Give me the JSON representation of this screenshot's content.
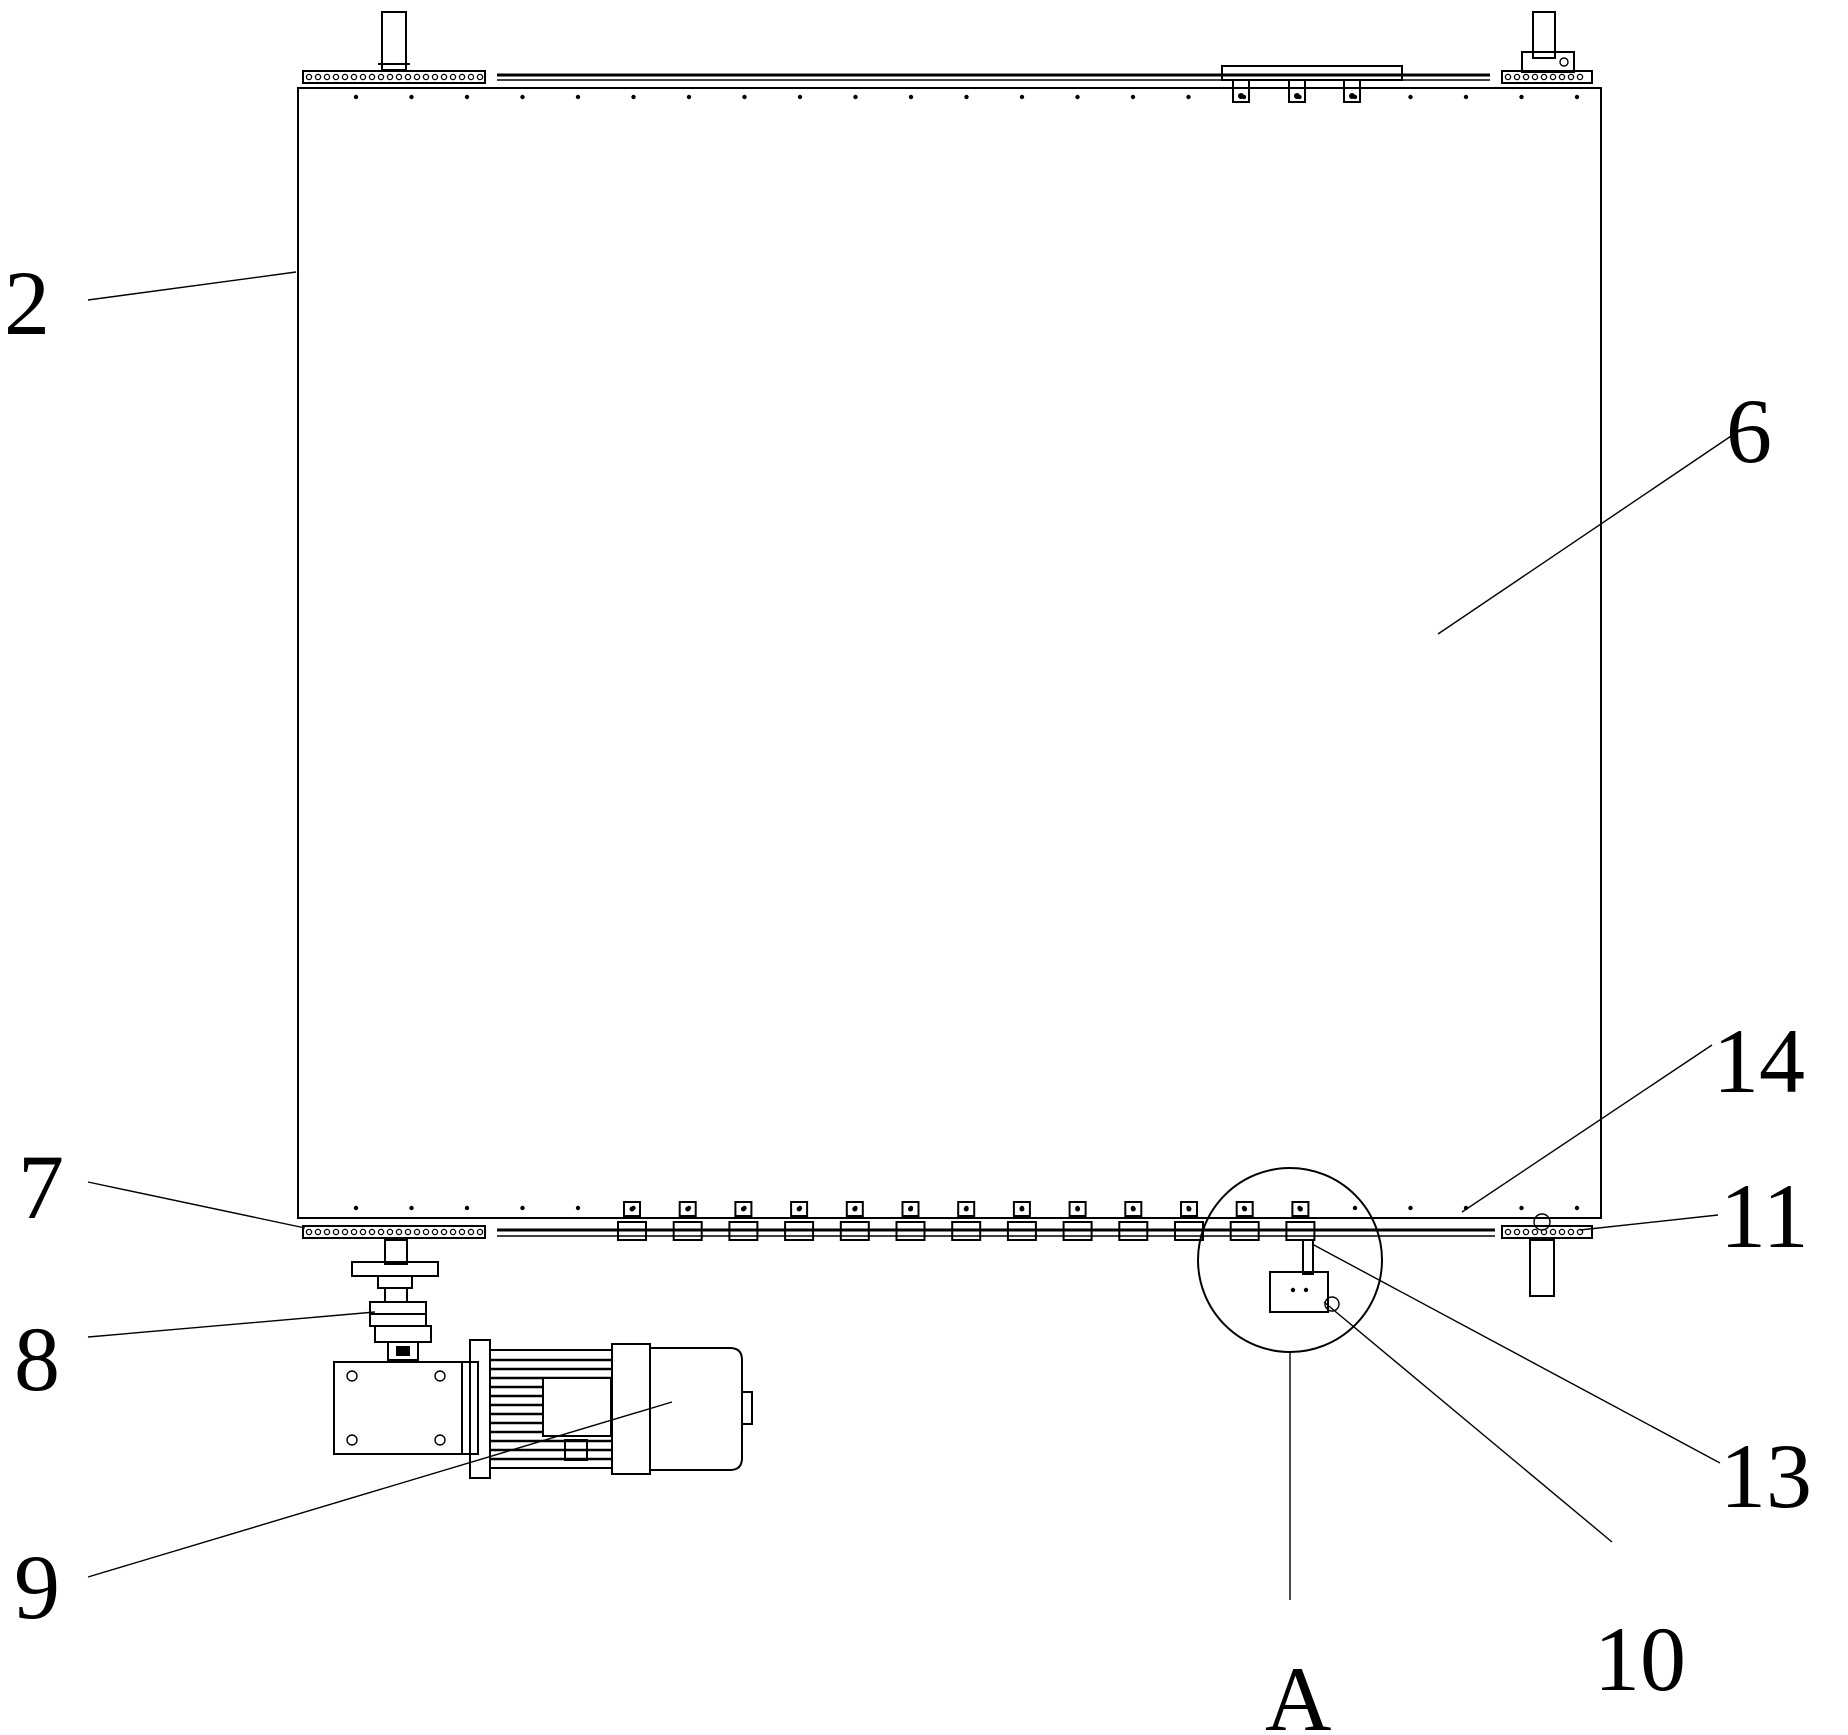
{
  "labels": {
    "frame": "2",
    "panel": "6",
    "sprocket": "7",
    "coupling": "8",
    "motor": "9",
    "bracket": "10",
    "idler": "11",
    "clip": "13",
    "chain": "14",
    "detail": "A"
  },
  "colors": {
    "line": "#000000",
    "background": "#ffffff"
  }
}
